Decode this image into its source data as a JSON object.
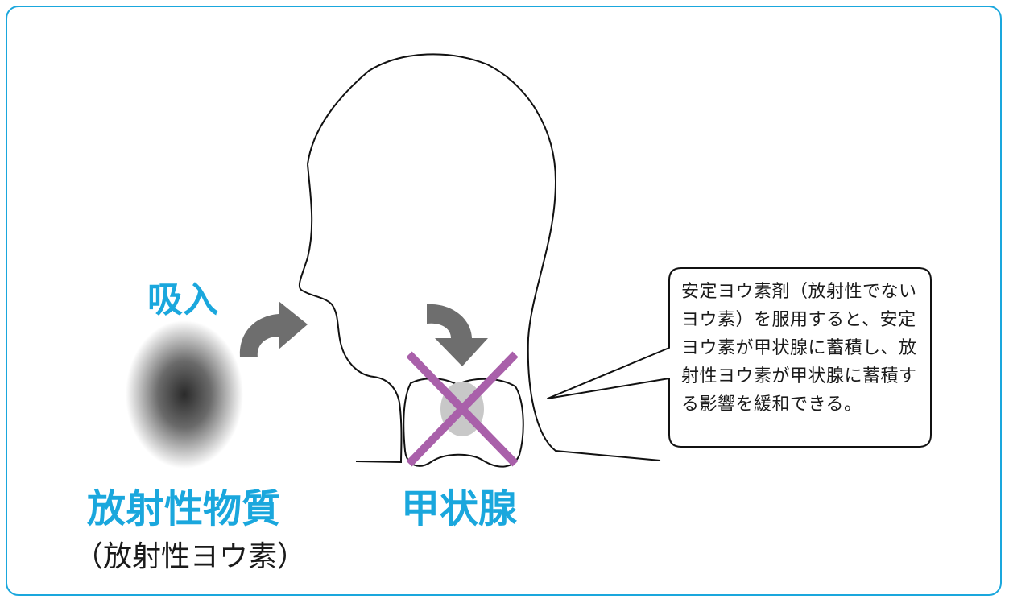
{
  "labels": {
    "inhale": "吸入",
    "substance": "放射性物質",
    "substance_sub": "（放射性ヨウ素）",
    "thyroid": "甲状腺"
  },
  "callout": {
    "text": "安定ヨウ素剤（放射性でないヨウ素）を服用すると、安定ヨウ素が甲状腺に蓄積し、放射性ヨウ素が甲状腺に蓄積する影響を緩和できる。"
  },
  "colors": {
    "accent": "#1aa7dd",
    "cross": "#a960aa",
    "arrow": "#6e6e6e",
    "gland": "#c8c8c8"
  },
  "icons": {
    "cloud": "radioactive-cloud-icon",
    "inhale_arrow": "curved-arrow-icon",
    "down_arrow": "down-curved-arrow-icon",
    "cross": "cross-mark-icon"
  }
}
